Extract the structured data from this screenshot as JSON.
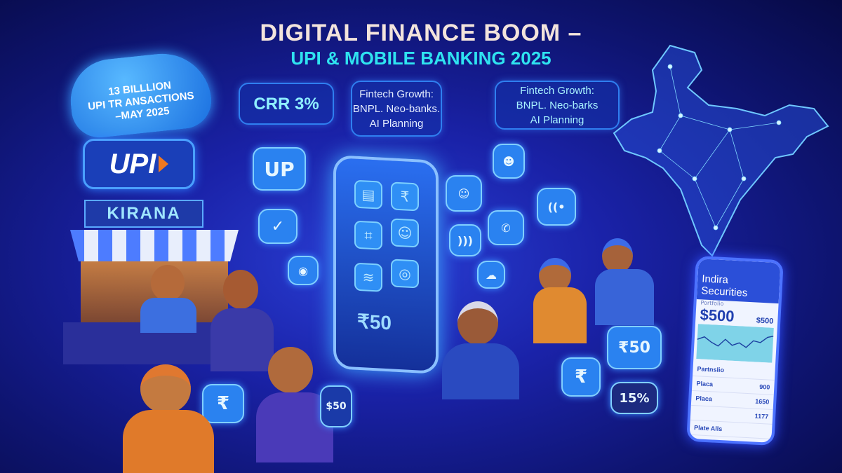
{
  "header": {
    "title": "DIGITAL FINANCE BOOM –",
    "subtitle": "UPI & MOBILE BANKING 2025"
  },
  "cloud": {
    "line1": "13 BILLLION",
    "line2": "UPI TR ANSACTIONS",
    "line3": "–MAY 2025"
  },
  "stats": {
    "crr": "CRR 3%",
    "fintech1": {
      "l1": "Fintech Growth:",
      "l2": "BNPL. Neo-banks.",
      "l3": "AI Planning"
    },
    "fintech2": {
      "l1": "Fintech Growth:",
      "l2": "BNPL. Neo-barks",
      "l3": "AI Planning"
    }
  },
  "logo": {
    "upi": "UPI"
  },
  "shop": {
    "sign": "KIRANA"
  },
  "bubbles": {
    "up": "UP",
    "rupee50": "₹50",
    "percent": "15%",
    "rupee": "₹",
    "dollar50": "$50"
  },
  "central_phone": {
    "amount": "₹50",
    "icons": [
      "wallet-icon",
      "rupee-icon",
      "scan-icon",
      "user-icon",
      "bank-icon",
      "fingerprint-icon"
    ]
  },
  "right_phone": {
    "app": "Indira Securities",
    "sub": "Portfolio",
    "balance": "$500",
    "side": "$500",
    "rows": [
      {
        "label": "Partnslio",
        "value": ""
      },
      {
        "label": "Placa",
        "value": "900"
      },
      {
        "label": "Placa",
        "value": "1650"
      },
      {
        "label": "",
        "value": "1177"
      },
      {
        "label": "Plate Alls",
        "value": ""
      }
    ]
  },
  "colors": {
    "title": "#f3e4dc",
    "subtitle": "#2fe3f0",
    "accent": "#2f7ff0",
    "bg": "#0e1470"
  }
}
